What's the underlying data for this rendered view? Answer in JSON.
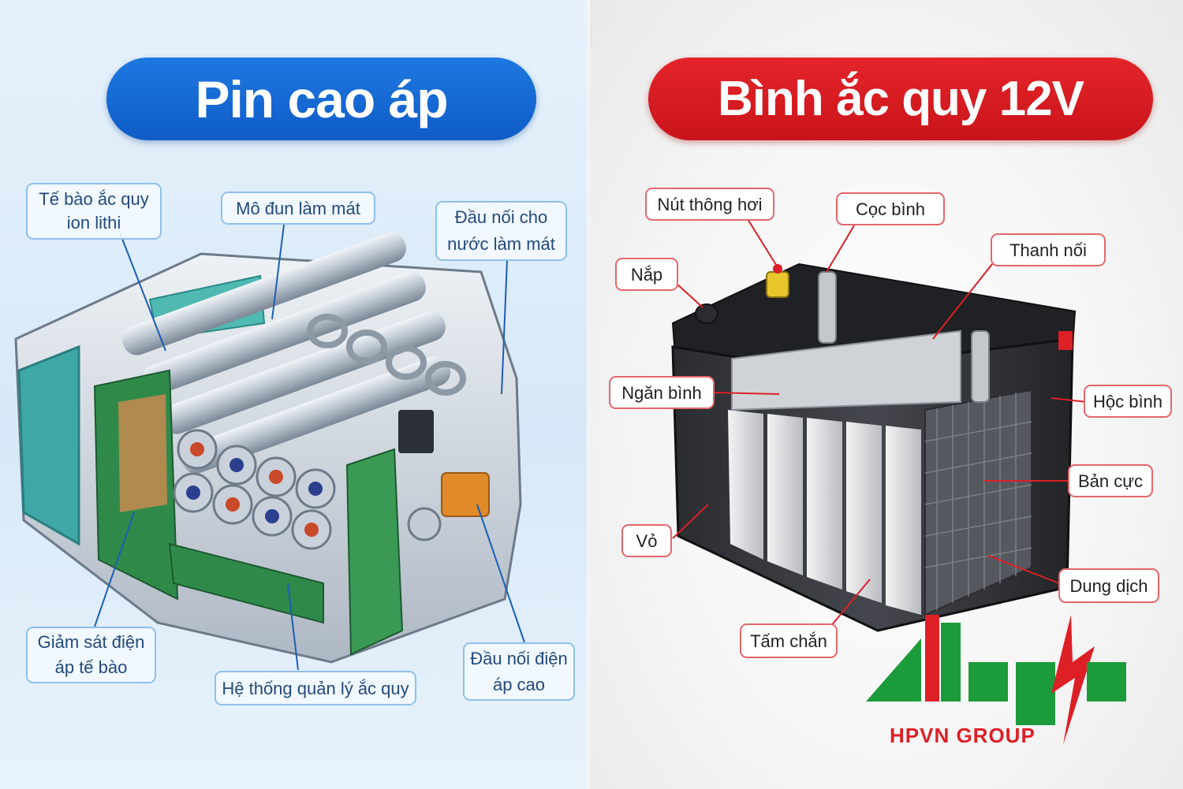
{
  "left": {
    "title": "Pin cao áp",
    "labels": {
      "cell": "Tế bào ắc quy\nion lithi",
      "cooling_module": "Mô đun làm mát",
      "coolant_connector": "Đầu nối cho\nnước làm mát",
      "cell_monitor": "Giảm sát điện\náp tế bào",
      "bms": "Hệ thống quản lý ắc quy",
      "hv_connector": "Đầu nối điện\náp cao"
    }
  },
  "right": {
    "title": "Bình ắc quy 12V",
    "labels": {
      "vent_plug": "Nút thông hơi",
      "terminal": "Cọc bình",
      "connector_bar": "Thanh nối",
      "lid": "Nắp",
      "cell_divider": "Ngăn bình",
      "cell_compartment": "Hộc bình",
      "plate": "Bản cực",
      "case": "Vỏ",
      "electrolyte": "Dung dịch",
      "separator": "Tấm chắn"
    }
  },
  "brand": {
    "name": "HPVN GROUP"
  },
  "colors": {
    "blue_title": "#1366d6",
    "red_title": "#dd1f26",
    "brand_green": "#1c9b3a",
    "brand_red": "#dd1f26"
  }
}
